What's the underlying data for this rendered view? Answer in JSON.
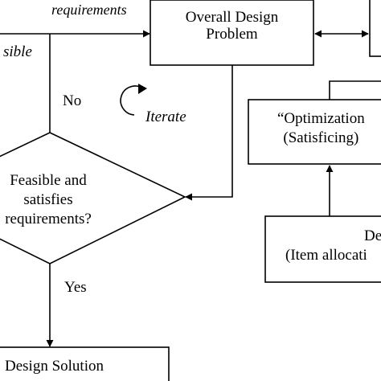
{
  "diagram": {
    "edge_labels": {
      "requirements": "requirements",
      "infeasible_fragment": "sible",
      "no": "No",
      "yes": "Yes",
      "iterate": "Iterate"
    },
    "nodes": {
      "overall_design_problem": {
        "line1": "Overall Design",
        "line2": "Problem"
      },
      "decision": {
        "line1": "Feasible and",
        "line2": "satisfies",
        "line3": "requirements?"
      },
      "design_solution": {
        "line1": "Design Solution"
      },
      "optimization": {
        "line1": "“Optimization",
        "line2": "(Satisficing)"
      },
      "item_allocation": {
        "line1": "De",
        "line2": "(Item allocati"
      }
    }
  }
}
